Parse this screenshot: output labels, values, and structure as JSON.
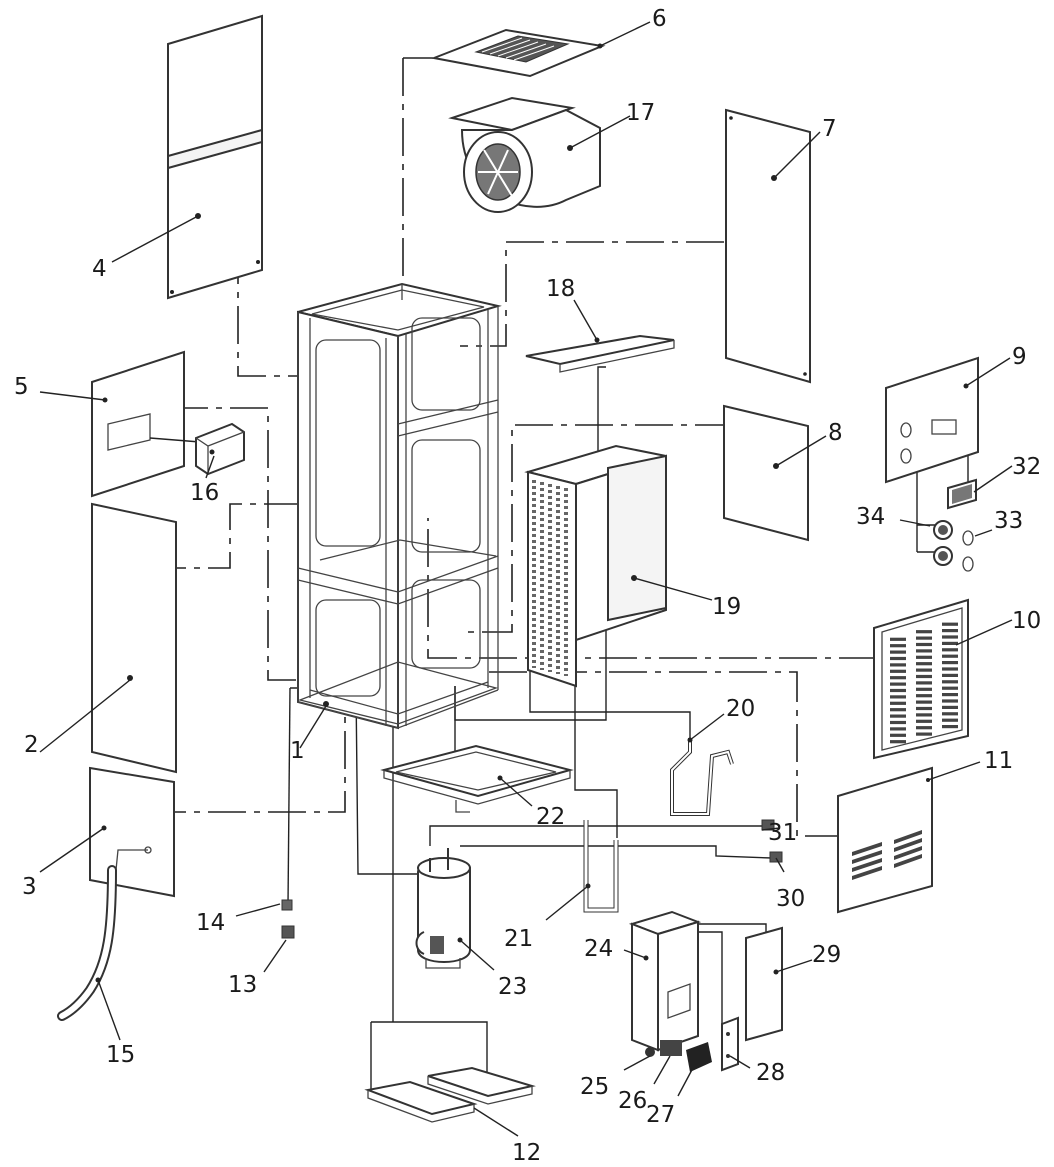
{
  "callouts": [
    {
      "id": "1",
      "text": "1"
    },
    {
      "id": "2",
      "text": "2"
    },
    {
      "id": "3",
      "text": "3"
    },
    {
      "id": "4",
      "text": "4"
    },
    {
      "id": "5",
      "text": "5"
    },
    {
      "id": "6",
      "text": "6"
    },
    {
      "id": "7",
      "text": "7"
    },
    {
      "id": "8",
      "text": "8"
    },
    {
      "id": "9",
      "text": "9"
    },
    {
      "id": "10",
      "text": "10"
    },
    {
      "id": "11",
      "text": "11"
    },
    {
      "id": "12",
      "text": "12"
    },
    {
      "id": "13",
      "text": "13"
    },
    {
      "id": "14",
      "text": "14"
    },
    {
      "id": "15",
      "text": "15"
    },
    {
      "id": "16",
      "text": "16"
    },
    {
      "id": "17",
      "text": "17"
    },
    {
      "id": "18",
      "text": "18"
    },
    {
      "id": "19",
      "text": "19"
    },
    {
      "id": "20",
      "text": "20"
    },
    {
      "id": "21",
      "text": "21"
    },
    {
      "id": "22",
      "text": "22"
    },
    {
      "id": "23",
      "text": "23"
    },
    {
      "id": "24",
      "text": "24"
    },
    {
      "id": "25",
      "text": "25"
    },
    {
      "id": "26",
      "text": "26"
    },
    {
      "id": "27",
      "text": "27"
    },
    {
      "id": "28",
      "text": "28"
    },
    {
      "id": "29",
      "text": "29"
    },
    {
      "id": "30",
      "text": "30"
    },
    {
      "id": "31",
      "text": "31"
    },
    {
      "id": "32",
      "text": "32"
    },
    {
      "id": "33",
      "text": "33"
    },
    {
      "id": "34",
      "text": "34"
    }
  ]
}
